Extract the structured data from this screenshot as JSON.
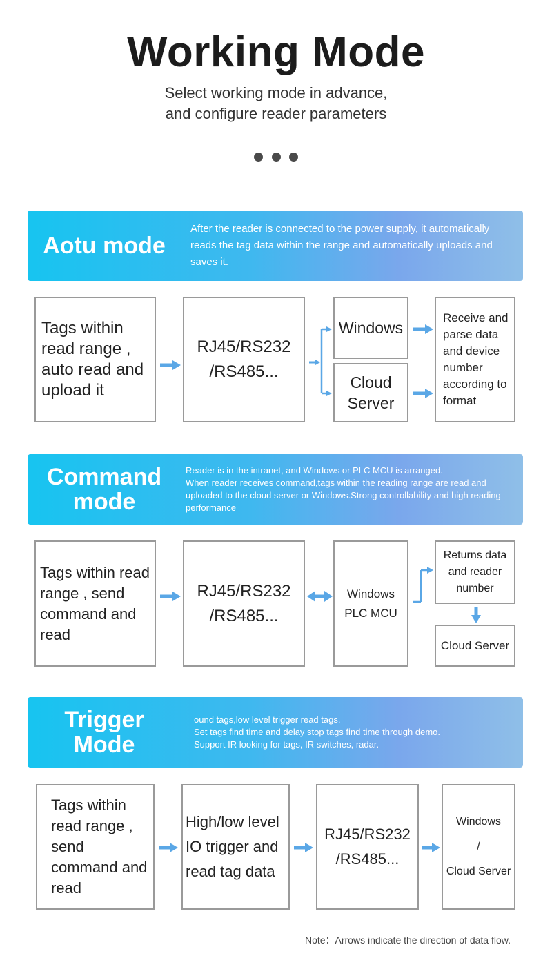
{
  "header": {
    "title": "Working Mode",
    "subtitle_line1": "Select working mode in advance,",
    "subtitle_line2": "and configure reader parameters"
  },
  "colors": {
    "banner_start": "#17c4f0",
    "banner_end": "#8fbfe8",
    "arrow": "#5aa7e6",
    "box_border": "#9a9a9a"
  },
  "auto_mode": {
    "title": "Aotu mode",
    "desc": "After the reader is connected to the power supply, it automatically reads the tag data within the range and automatically uploads and saves it.",
    "box1": "Tags within read range , auto read and upload it",
    "box2": "RJ45/RS232 /RS485...",
    "box3": "Windows",
    "box4": "Cloud Server",
    "box5": "Receive and parse data and device number according to format"
  },
  "command_mode": {
    "title_line1": "Command",
    "title_line2": "mode",
    "desc_line1": "Reader is in the intranet, and Windows or PLC MCU is arranged.",
    "desc_line2": "When reader receives command,tags within the reading range are read and uploaded to the cloud server or Windows.Strong controllability and high reading performance",
    "box1": "Tags within read range , send command and read",
    "box2": "RJ45/RS232 /RS485...",
    "box3_line1": "Windows",
    "box3_line2": "PLC MCU",
    "box4": "Returns data and reader number",
    "box5": "Cloud Server"
  },
  "trigger_mode": {
    "title_line1": "Trigger",
    "title_line2": "Mode",
    "desc_line1": "ound tags,low level trigger read tags.",
    "desc_line2": "Set tags find time and delay stop tags find time through demo.",
    "desc_line3": "Support IR looking for tags, IR switches, radar.",
    "box1": "Tags within read range , send command and read",
    "box2": "High/low level IO trigger and read tag data",
    "box3": "RJ45/RS232 /RS485...",
    "box4_line1": "Windows",
    "box4_line2": "/",
    "box4_line3": "Cloud Server"
  },
  "note": "Note：Arrows indicate the direction of data flow."
}
